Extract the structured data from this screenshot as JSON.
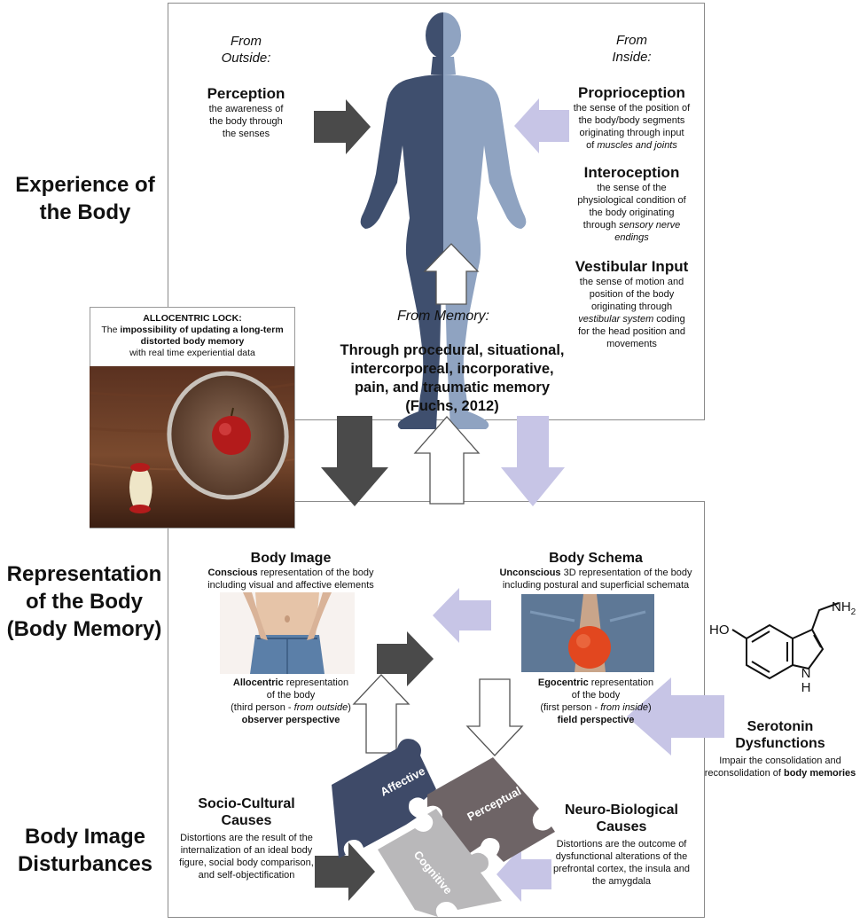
{
  "colors": {
    "dark_arrow": "#4a4a4a",
    "lavender_arrow": "#c7c5e6",
    "white_arrow_stroke": "#555555",
    "figure_left": "#3f4f6e",
    "figure_right": "#8fa3c1",
    "puzzle_affective": "#3e4a68",
    "puzzle_perceptual": "#6e6466",
    "puzzle_cognitive": "#b9b8ba"
  },
  "side_labels": {
    "experience": [
      "Experience of",
      "the Body"
    ],
    "representation": [
      "Representation",
      "of the Body",
      "(Body Memory)"
    ],
    "disturbances": [
      "Body Image",
      "Disturbances"
    ]
  },
  "outside": {
    "from_line1": "From",
    "from_line2": "Outside",
    "title": "Perception",
    "desc": [
      "the awareness of",
      "the body through",
      "the senses"
    ]
  },
  "inside": {
    "from_line1": "From",
    "from_line2": "Inside",
    "proprioception": {
      "title": "Proprioception",
      "desc": [
        "the sense of the position of",
        "the body/body segments",
        "originating through input",
        "of"
      ],
      "desc_italic": "muscles and joints"
    },
    "interoception": {
      "title": "Interoception",
      "desc": [
        "the sense of the",
        "physiological condition of",
        "the body originating",
        "through"
      ],
      "desc_italic": [
        "sensory nerve",
        "endings"
      ]
    },
    "vestibular": {
      "title": "Vestibular Input",
      "desc": [
        "the sense of motion and",
        "position of the body",
        "originating through"
      ],
      "desc_italic": "vestibular system",
      "desc_after": [
        " coding",
        "for the head position and",
        "movements"
      ]
    }
  },
  "memory": {
    "from": "From Memory",
    "lines": [
      "Through procedural, situational,",
      "intercorporeal, incorporative,",
      "pain, and traumatic memory",
      "(Fuchs, 2012)"
    ]
  },
  "allocentric_lock": {
    "title": "ALLOCENTRIC LOCK:",
    "line2_pre": "The ",
    "line2_bold": "impossibility of updating a long-term",
    "line3_bold": "distorted body memory",
    "line4": "with real time experiential data"
  },
  "body_image": {
    "title": "Body Image",
    "desc_bold": "Conscious",
    "desc_rest": " representation of the body",
    "desc2": "including visual and affective elements",
    "allo_bold": "Allocentric",
    "allo_rest": " representation",
    "allo2": "of the body",
    "allo3_pre": "(third person - ",
    "allo3_it": "from outside",
    "allo3_post": ")",
    "allo4": "observer perspective"
  },
  "body_schema": {
    "title": "Body Schema",
    "desc_bold": "Unconscious",
    "desc_rest": "  3D representation of the body",
    "desc2": "including postural and superficial schemata",
    "ego_bold": "Egocentric",
    "ego_rest": " representation",
    "ego2": "of the body",
    "ego3_pre": "(first person - ",
    "ego3_it": "from inside",
    "ego3_post": ")",
    "ego4": "field perspective"
  },
  "serotonin": {
    "ho": "HO",
    "nh2": "NH",
    "nh2_sub": "2",
    "n": "N",
    "h": "H",
    "title": [
      "Serotonin",
      "Dysfunctions"
    ],
    "desc1": "Impair the consolidation and",
    "desc2_pre": "reconsolidation of  ",
    "desc2_bold": "body memories"
  },
  "socio": {
    "title": [
      "Socio-Cultural",
      "Causes"
    ],
    "desc": [
      "Distortions are the result of the",
      "internalization of an ideal body",
      "figure, social body comparison,",
      "and self-objectification"
    ]
  },
  "neuro": {
    "title": [
      "Neuro-Biological",
      "Causes"
    ],
    "desc": [
      "Distortions are the outcome of",
      "dysfunctional alterations of the",
      "prefrontal cortex, the  insula and",
      "the amygdala"
    ]
  },
  "puzzle": {
    "affective": "Affective",
    "perceptual": "Perceptual",
    "cognitive": "Cognitive"
  }
}
